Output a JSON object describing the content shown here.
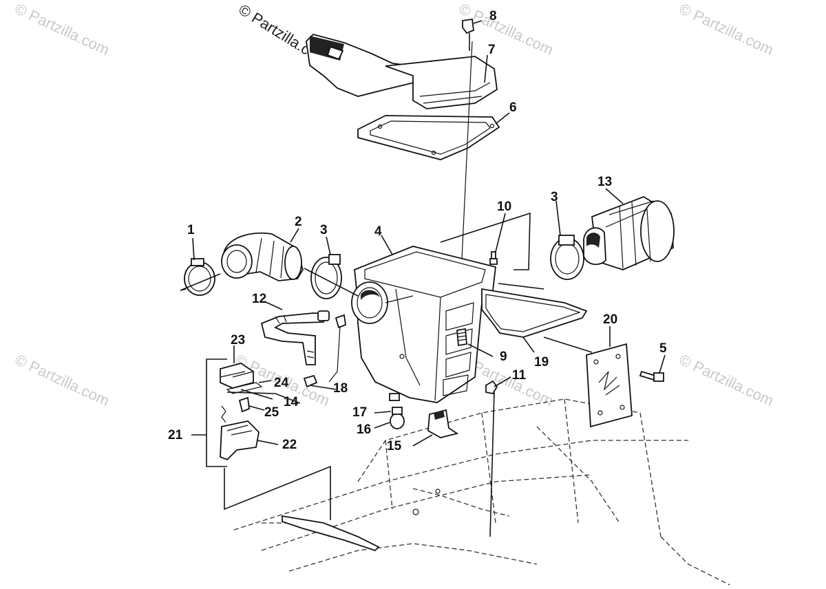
{
  "watermarks": {
    "main": "© Partzilla.com",
    "faded": "© Partzilla.com"
  },
  "callouts": [
    "1",
    "2",
    "3",
    "3",
    "4",
    "5",
    "6",
    "7",
    "8",
    "9",
    "10",
    "11",
    "12",
    "13",
    "14",
    "15",
    "16",
    "17",
    "18",
    "19",
    "20",
    "21",
    "22",
    "23",
    "24",
    "25"
  ]
}
